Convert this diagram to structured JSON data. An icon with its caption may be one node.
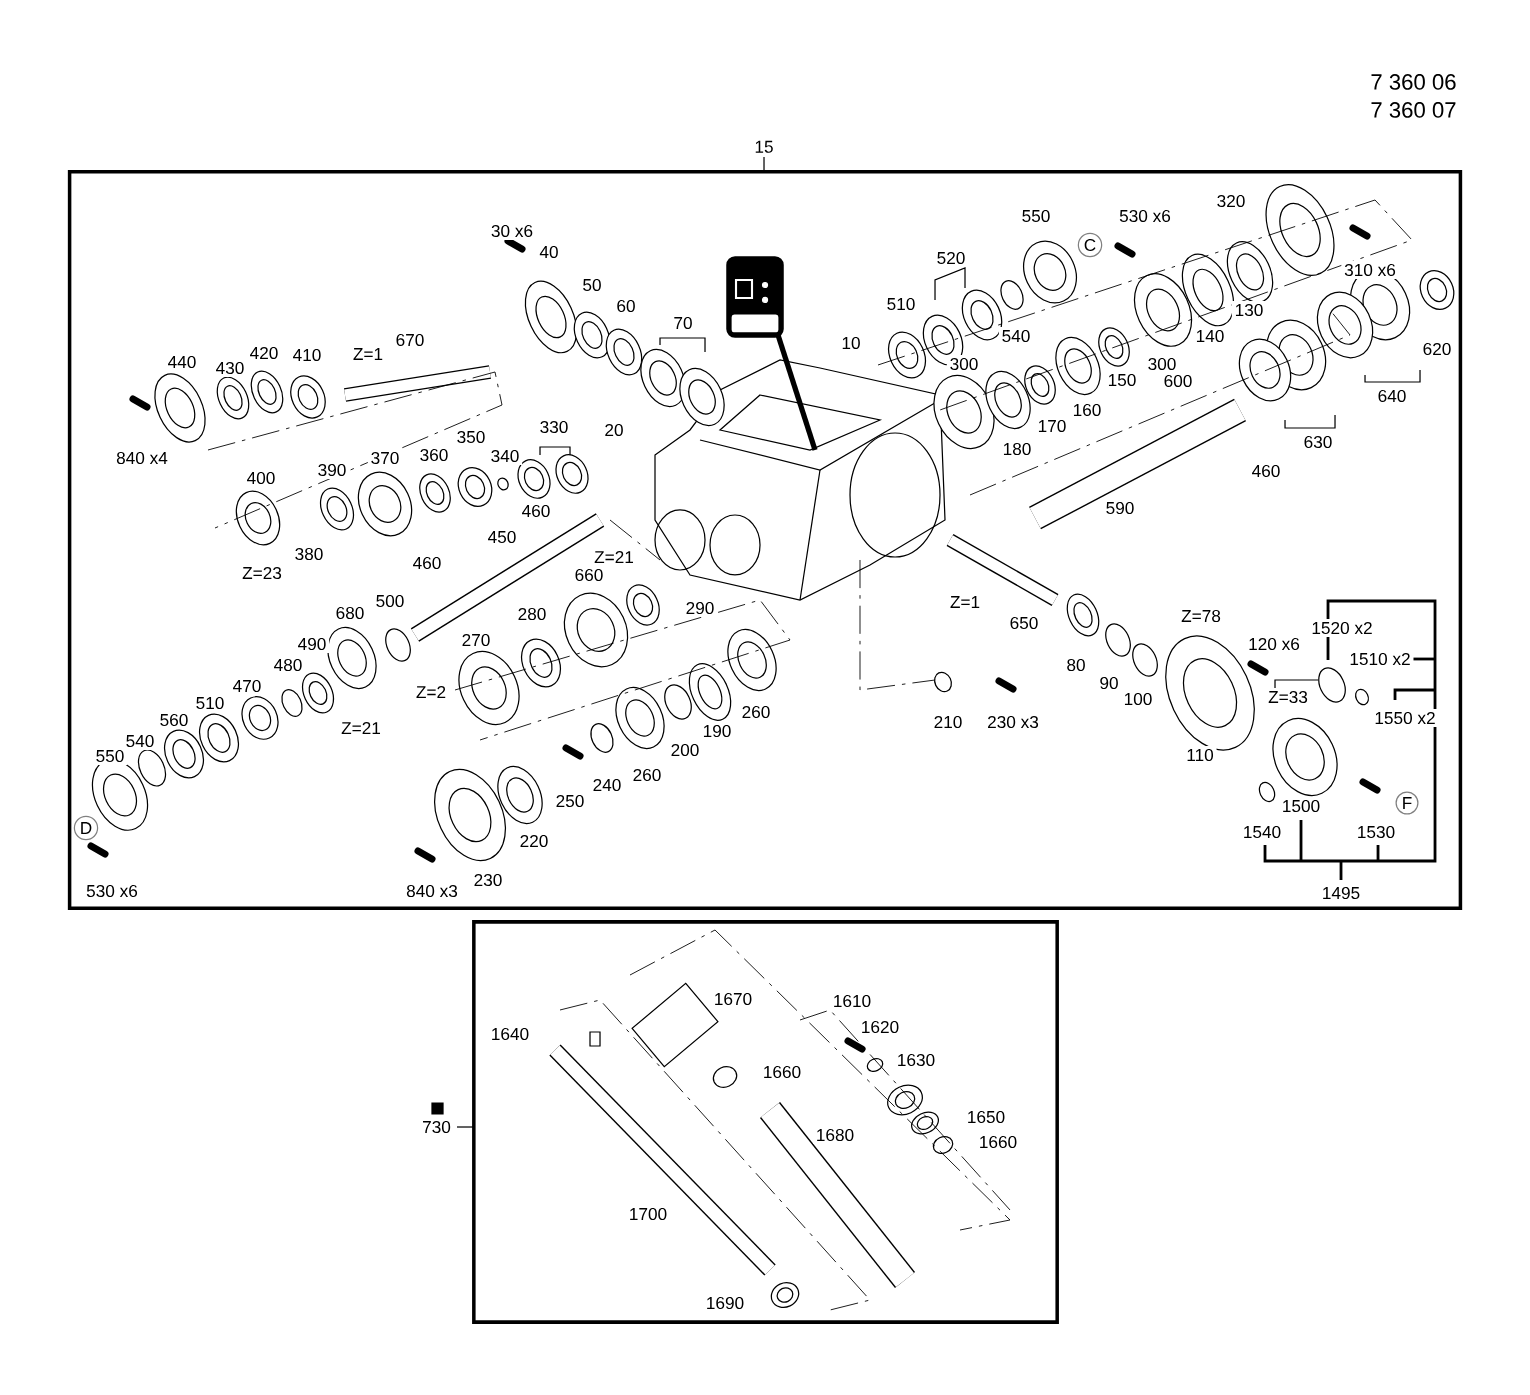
{
  "diagram": {
    "nodes": [
      {
        "text": [
          "15"
        ]
      },
      {
        "text": [
          "730"
        ]
      },
      {
        "text": [
          "C"
        ],
        "in": 0
      },
      {
        "text": [
          "D"
        ],
        "in": 0
      },
      {
        "text": [
          "F"
        ],
        "in": 0
      }
    ],
    "edges": [],
    "labels": [
      "7 360 06",
      "7 360 07",
      "30 x6",
      "40",
      "50",
      "60",
      "70",
      "10",
      "550",
      "530 x6",
      "320",
      "310 x6",
      "520",
      "510",
      "540",
      "130",
      "140",
      "300",
      "300",
      "150",
      "160",
      "170",
      "180",
      "600",
      "620",
      "640",
      "630",
      "460",
      "590",
      "440",
      "430",
      "420",
      "410",
      "Z=1",
      "670",
      "840 x4",
      "330",
      "20",
      "350",
      "340",
      "360",
      "370",
      "390",
      "400",
      "380",
      "Z=23",
      "460",
      "450",
      "460",
      "Z=21",
      "660",
      "680",
      "500",
      "290",
      "280",
      "270",
      "490",
      "480",
      "470",
      "510",
      "560",
      "540",
      "550",
      "Z=2",
      "Z=21",
      "530 x6",
      "840 x3",
      "230",
      "220",
      "250",
      "240",
      "260",
      "200",
      "190",
      "260",
      "Z=1",
      "650",
      "80",
      "90",
      "100",
      "210",
      "230 x3",
      "Z=78",
      "120 x6",
      "1520 x2",
      "1510 x2",
      "Z=33",
      "1550 x2",
      "110",
      "1500",
      "1540",
      "1530",
      "1495",
      "1670",
      "1640",
      "1610",
      "1620",
      "1630",
      "1660",
      "1680",
      "1650",
      "1660",
      "1700",
      "1690"
    ]
  }
}
